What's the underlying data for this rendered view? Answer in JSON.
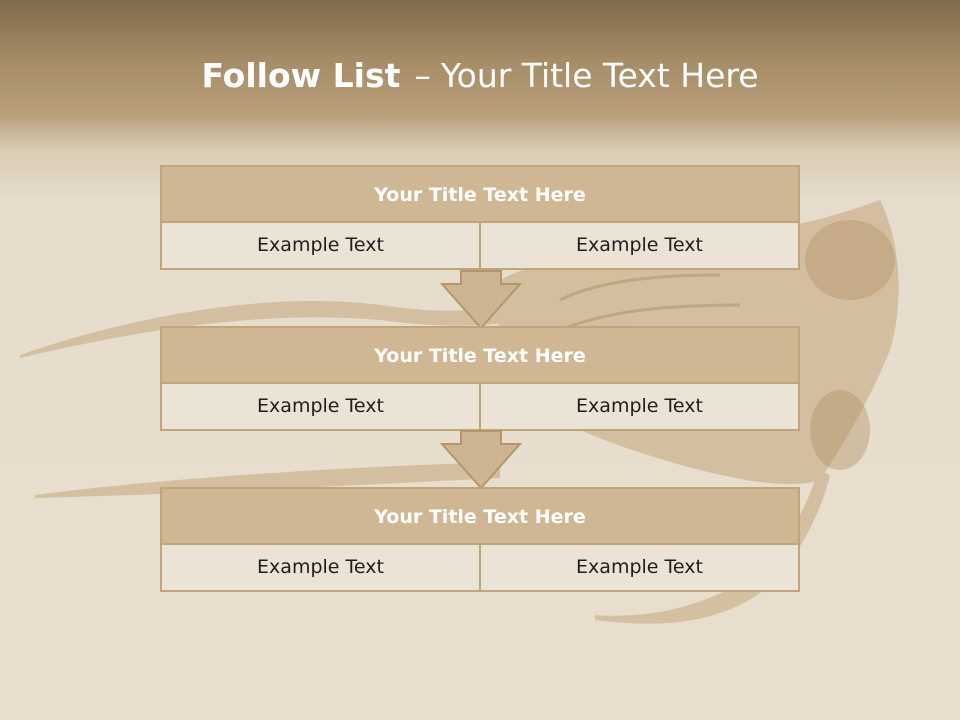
{
  "slide": {
    "title_bold": "Follow List",
    "title_sep": "–",
    "title_rest": "Your Title Text Here"
  },
  "steps": [
    {
      "title": "Your Title Text Here",
      "left": "Example Text",
      "right": "Example Text"
    },
    {
      "title": "Your Title Text Here",
      "left": "Example Text",
      "right": "Example Text"
    },
    {
      "title": "Your Title Text Here",
      "left": "Example Text",
      "right": "Example Text"
    }
  ],
  "colors": {
    "header_fill": "#cfb793",
    "border": "#c1a57a",
    "cell_fill": "#ece3d7",
    "title_text": "#ffffff"
  }
}
